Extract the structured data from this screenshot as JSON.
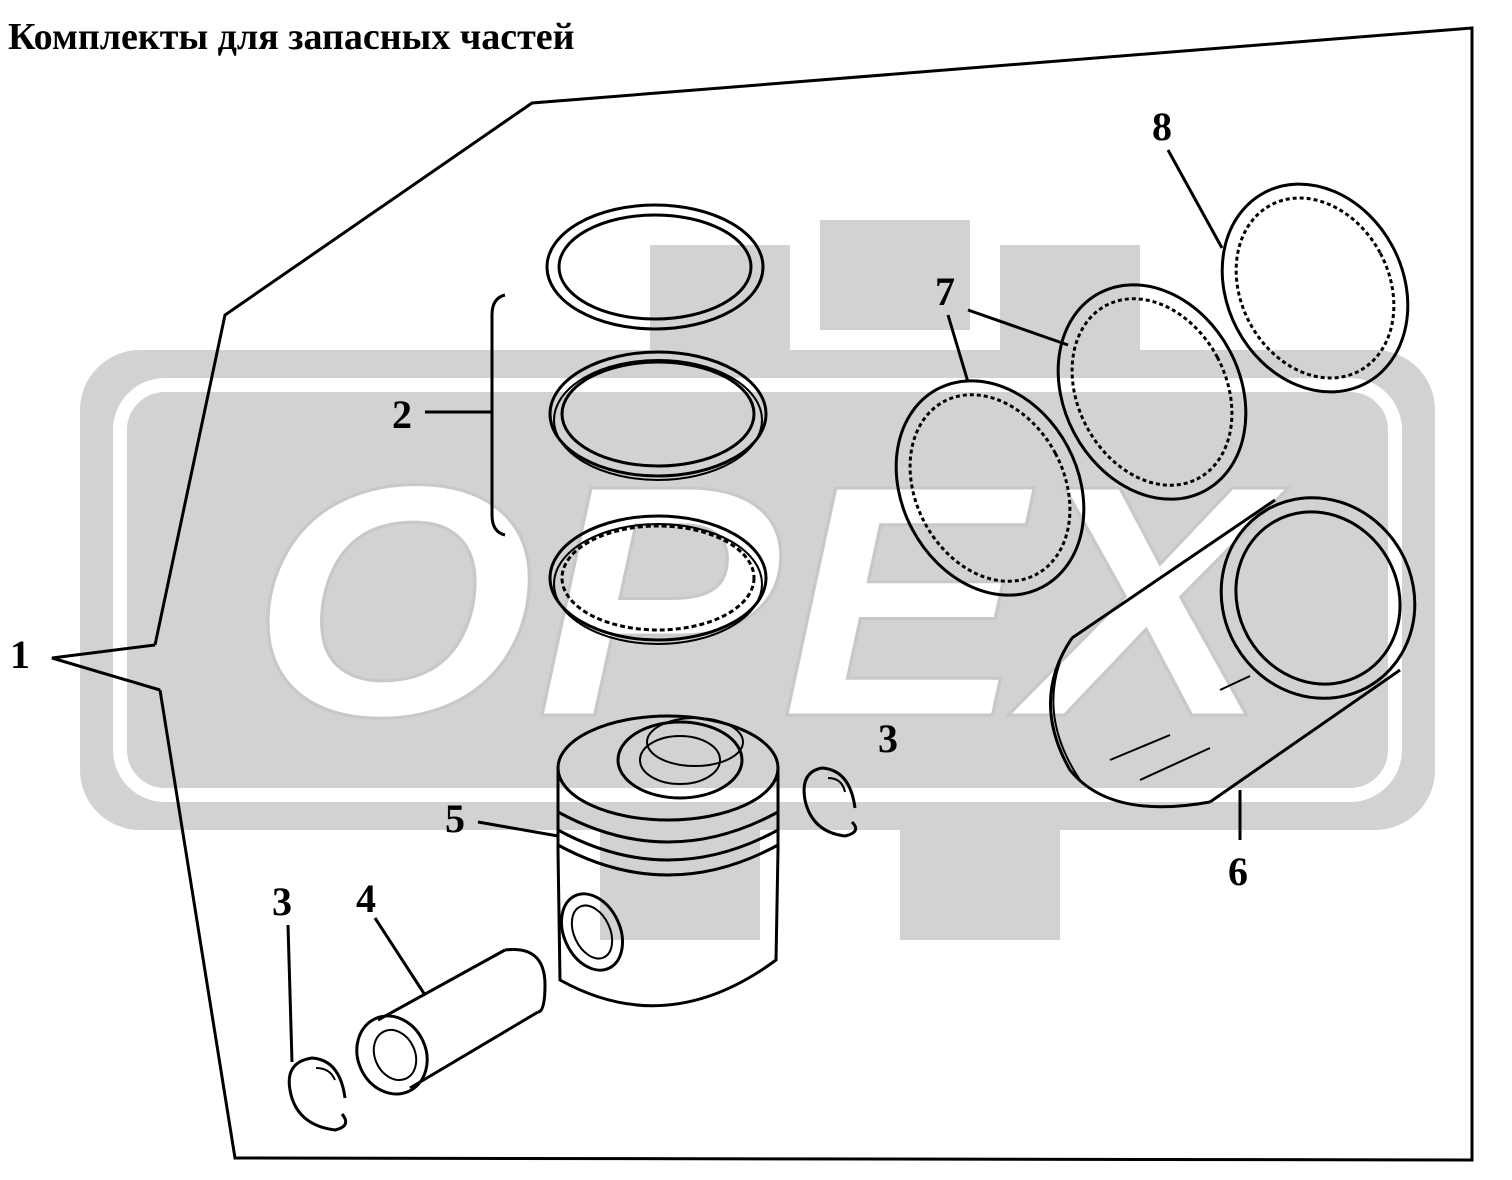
{
  "title": "Комплекты для запасных частей",
  "watermark": {
    "text": "OPEX",
    "color": "#d2d2d2"
  },
  "callouts": {
    "c1": "1",
    "c2": "2",
    "c3a": "3",
    "c3b": "3",
    "c4": "4",
    "c5": "5",
    "c6": "6",
    "c7": "7",
    "c8": "8"
  },
  "colors": {
    "line": "#000000",
    "background": "#ffffff",
    "watermark": "#d2d2d2"
  }
}
